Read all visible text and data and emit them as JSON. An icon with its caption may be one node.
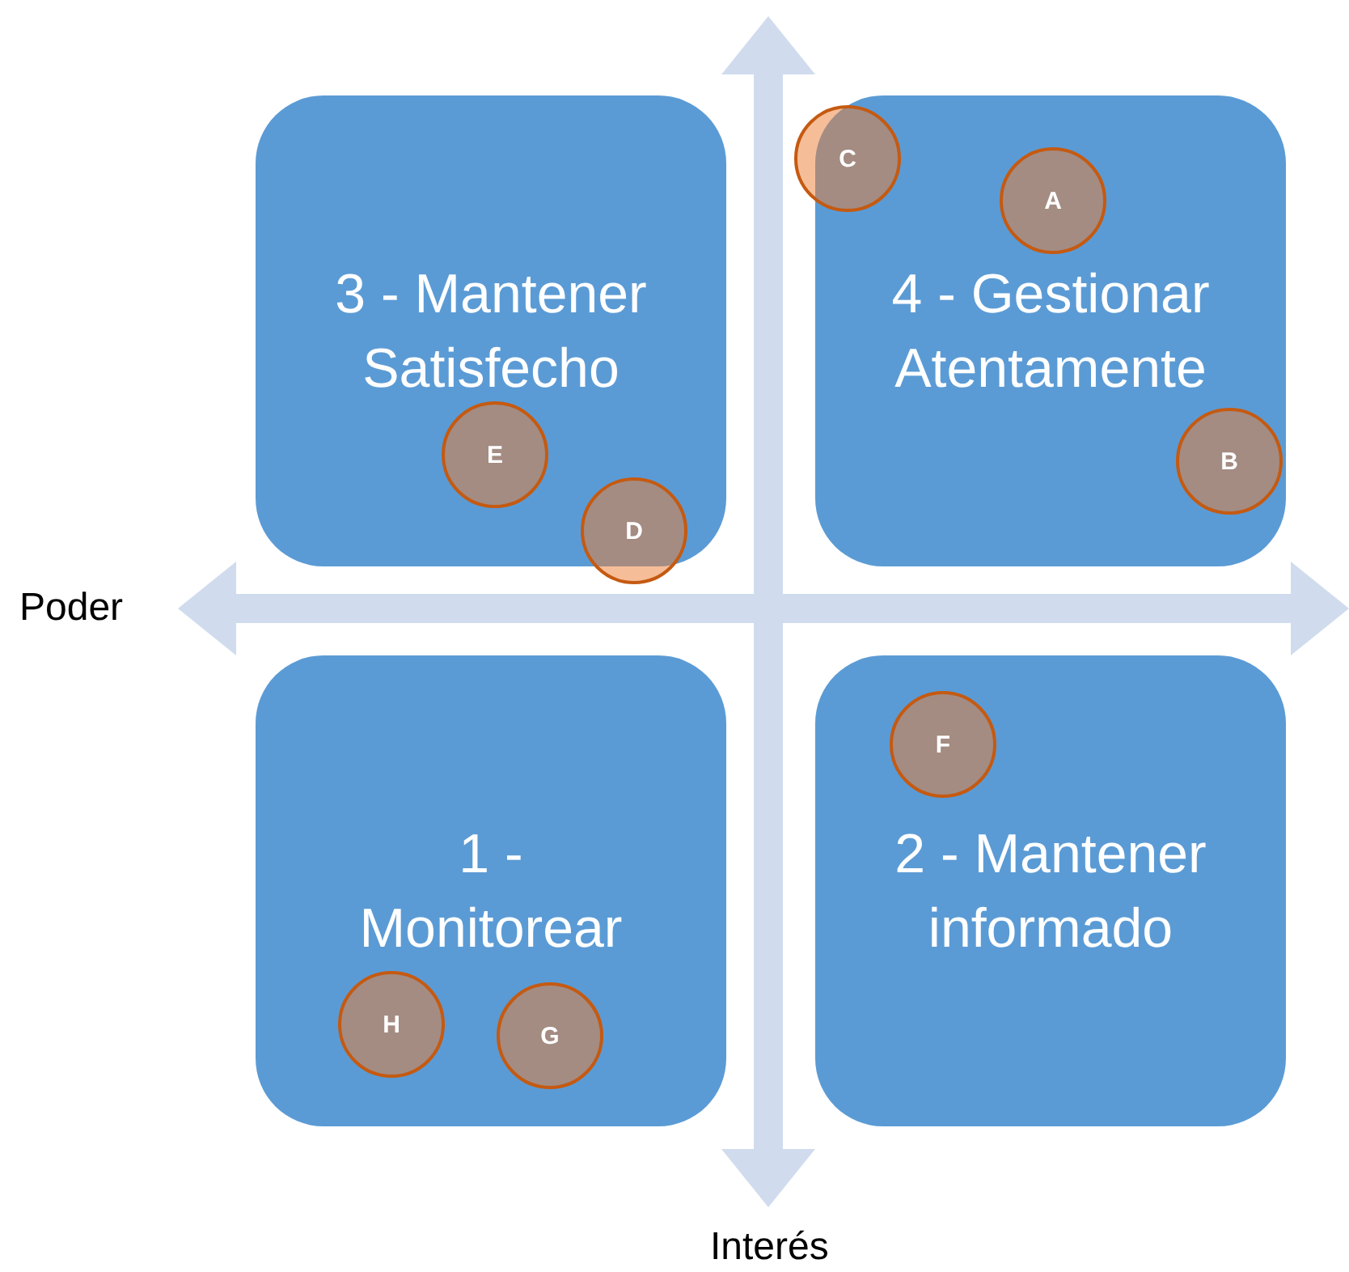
{
  "diagram": {
    "nodes": [
      {
        "text": [
          "3 - Mantener Satisfecho"
        ]
      },
      {
        "text": [
          "4 - Gestionar Atentamente"
        ]
      },
      {
        "text": [
          "1 - Monitorear"
        ]
      },
      {
        "text": [
          "2 - Mantener informado"
        ]
      },
      {
        "text": [
          "A"
        ],
        "in": 1
      },
      {
        "text": [
          "B"
        ],
        "in": 1
      },
      {
        "text": [
          "C"
        ]
      },
      {
        "text": [
          "D"
        ]
      },
      {
        "text": [
          "E"
        ],
        "in": 0
      },
      {
        "text": [
          "F"
        ],
        "in": 3
      },
      {
        "text": [
          "G"
        ],
        "in": 2
      },
      {
        "text": [
          "H"
        ],
        "in": 2
      }
    ],
    "labels": [
      "Poder",
      "Interés"
    ]
  }
}
